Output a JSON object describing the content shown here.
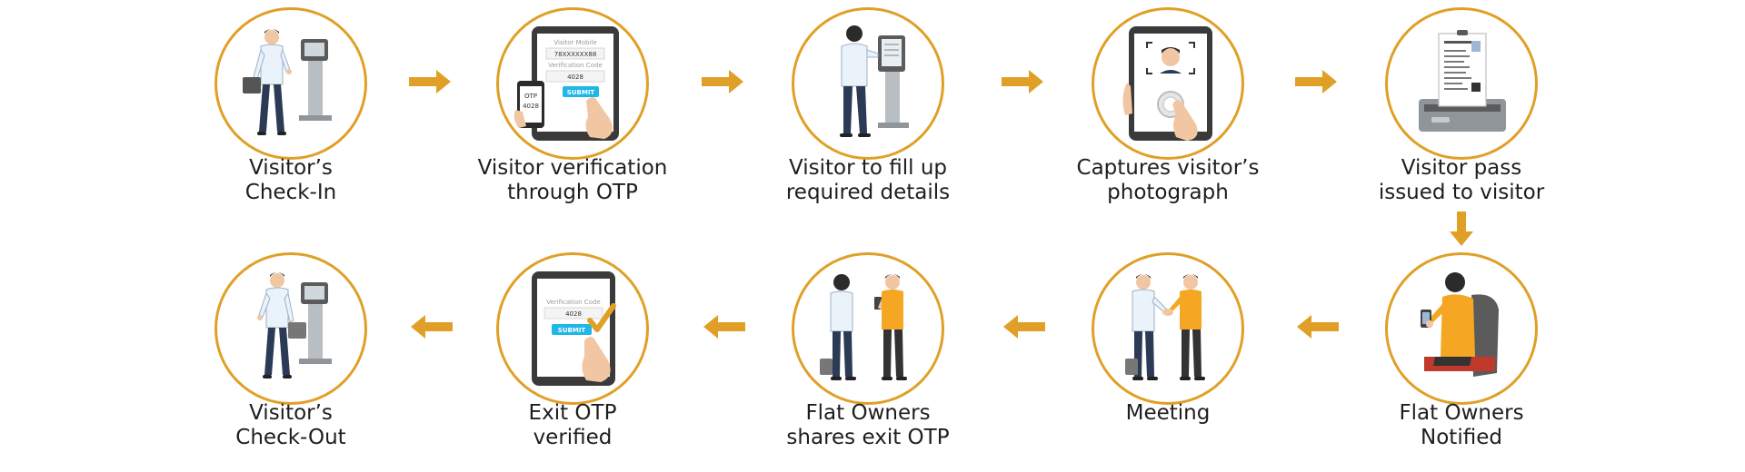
{
  "colors": {
    "accent": "#E0A027",
    "text": "#1e1e1e",
    "shirt_blue": "#EAF2FA",
    "pants_navy": "#2B3A55",
    "shirt_orange": "#F5A623",
    "tablet_dark": "#3A3A3A",
    "button_cyan": "#1FB6E8"
  },
  "steps": [
    {
      "id": "check-in",
      "lines": [
        "Visitor’s",
        "Check-In"
      ],
      "icon": "visitor-walking-to-kiosk-icon"
    },
    {
      "id": "otp-verification",
      "lines": [
        "Visitor verification",
        "through OTP"
      ],
      "icon": "tablet-otp-form-icon"
    },
    {
      "id": "fill-details",
      "lines": [
        "Visitor to fill up",
        "required details"
      ],
      "icon": "visitor-at-kiosk-icon"
    },
    {
      "id": "photograph",
      "lines": [
        "Captures visitor’s",
        "photograph"
      ],
      "icon": "tablet-camera-icon"
    },
    {
      "id": "pass-issued",
      "lines": [
        "Visitor pass",
        "issued to visitor"
      ],
      "icon": "pass-printer-icon"
    },
    {
      "id": "owner-notified",
      "lines": [
        "Flat Owners",
        "Notified"
      ],
      "icon": "owner-with-phone-icon"
    },
    {
      "id": "meeting",
      "lines": [
        "Meeting"
      ],
      "icon": "handshake-icon"
    },
    {
      "id": "exit-otp",
      "lines": [
        "Flat Owners",
        "shares exit OTP"
      ],
      "icon": "owner-sharing-otp-icon"
    },
    {
      "id": "otp-verified",
      "lines": [
        "Exit OTP",
        "verified"
      ],
      "icon": "tablet-otp-verified-icon"
    },
    {
      "id": "check-out",
      "lines": [
        "Visitor’s",
        "Check-Out"
      ],
      "icon": "visitor-leaving-kiosk-icon"
    }
  ],
  "screens": {
    "otp_form": {
      "mobile_label": "Visitor Mobile",
      "mobile_value": "78XXXXXX88",
      "code_label": "Verification Code",
      "code_value": "4028",
      "submit_label": "SUBMIT"
    },
    "phone_sms": {
      "otp_label": "OTP",
      "otp_value": "4028"
    },
    "exit_form": {
      "code_label": "Verification Code",
      "code_value": "4028",
      "submit_label": "SUBMIT"
    }
  }
}
